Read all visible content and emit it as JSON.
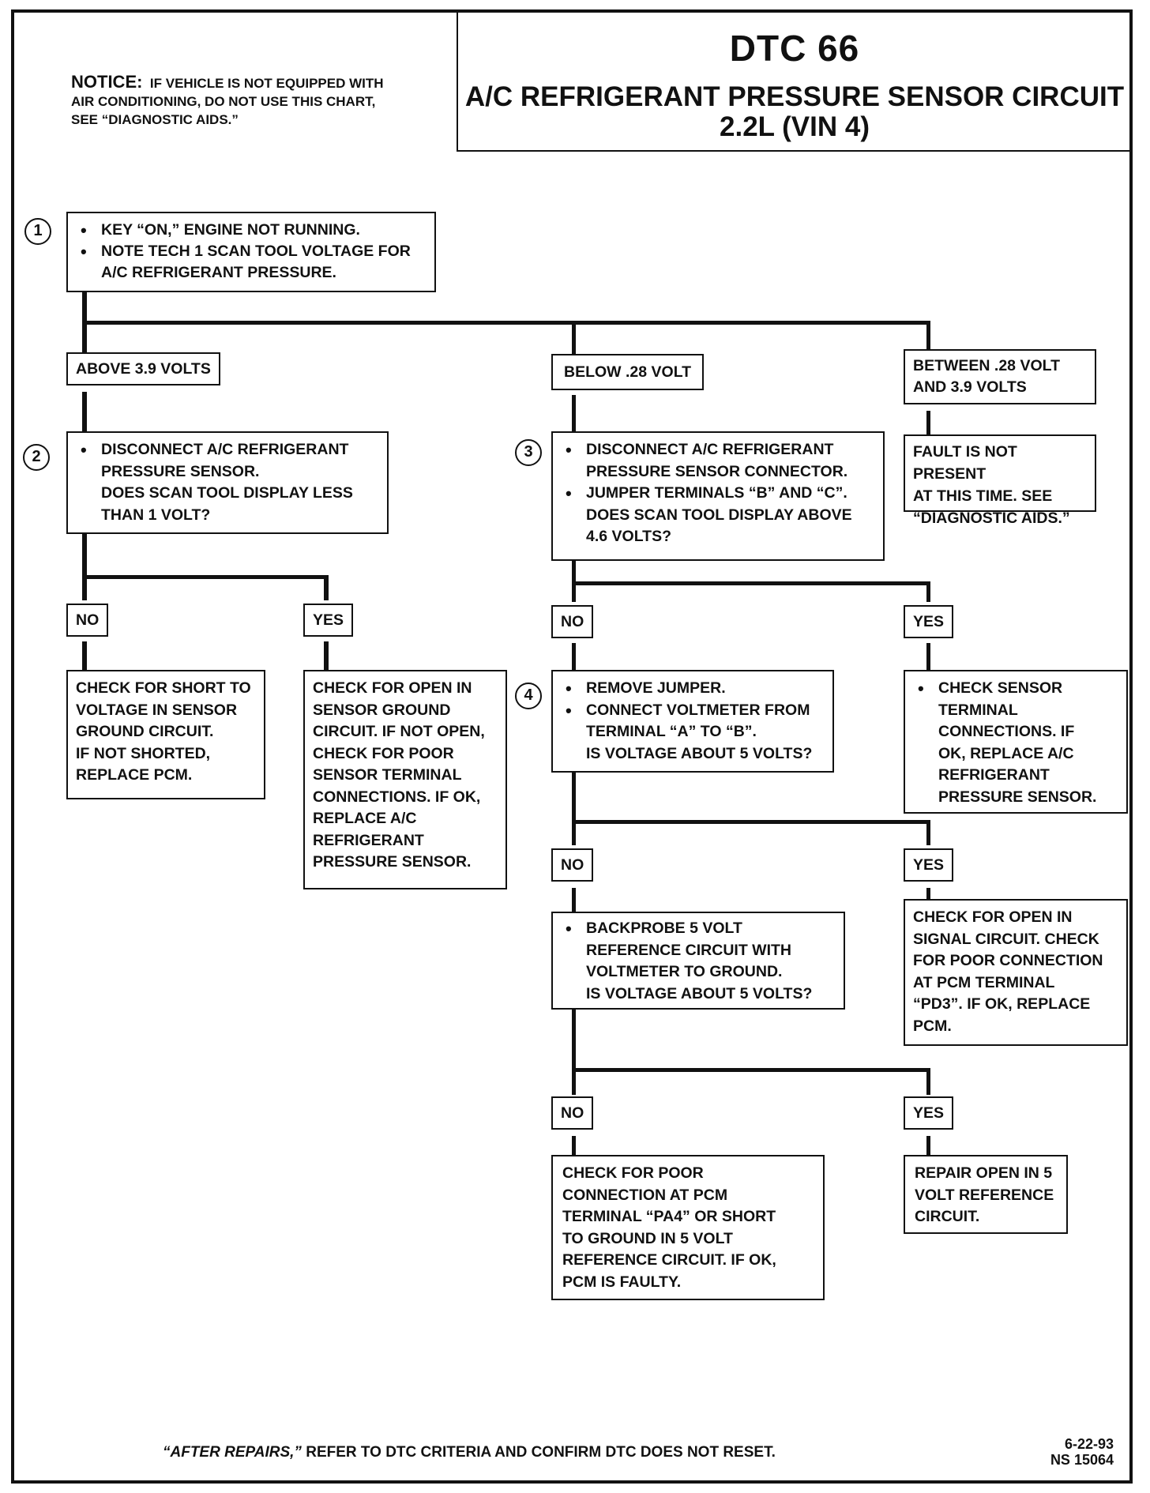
{
  "header": {
    "title": "DTC 66",
    "subtitle_line1": "A/C REFRIGERANT PRESSURE SENSOR CIRCUIT",
    "subtitle_line2": "2.2L  (VIN 4)"
  },
  "notice": {
    "lead": "NOTICE:",
    "line1": "IF VEHICLE IS NOT EQUIPPED WITH",
    "line2": "AIR CONDITIONING, DO NOT USE THIS CHART,",
    "line3": "SEE “DIAGNOSTIC AIDS.”"
  },
  "steps": [
    "1",
    "2",
    "3",
    "4"
  ],
  "step1": {
    "bullet1": "KEY “ON,” ENGINE NOT RUNNING.",
    "bullet2_line1": "NOTE TECH 1 SCAN TOOL VOLTAGE FOR",
    "bullet2_line2": "A/C REFRIGERANT PRESSURE."
  },
  "branches": {
    "above": "ABOVE 3.9 VOLTS",
    "below": "BELOW .28 VOLT",
    "between_line1": "BETWEEN .28 VOLT",
    "between_line2": "AND 3.9 VOLTS"
  },
  "fault_not_present": [
    "FAULT IS NOT PRESENT",
    "AT THIS TIME.  SEE",
    "“DIAGNOSTIC AIDS.”"
  ],
  "step2": {
    "line1": "DISCONNECT A/C REFRIGERANT",
    "line2": "PRESSURE SENSOR.",
    "line3": "DOES SCAN TOOL DISPLAY LESS",
    "line4": "THAN 1 VOLT?"
  },
  "step3": {
    "bullet1_line1": "DISCONNECT A/C REFRIGERANT",
    "bullet1_line2": "PRESSURE SENSOR CONNECTOR.",
    "bullet2_line1": "JUMPER TERMINALS “B” AND “C”.",
    "bullet2_line2": "DOES SCAN TOOL  DISPLAY ABOVE",
    "bullet2_line3": "4.6 VOLTS?"
  },
  "labels": {
    "no": "NO",
    "yes": "YES"
  },
  "short_to_voltage": [
    "CHECK FOR SHORT TO",
    "VOLTAGE IN SENSOR",
    "GROUND CIRCUIT.",
    "IF NOT SHORTED,",
    "REPLACE PCM."
  ],
  "open_ground": [
    "CHECK FOR OPEN IN",
    "SENSOR GROUND",
    "CIRCUIT.  IF NOT OPEN,",
    "CHECK FOR POOR",
    "SENSOR TERMINAL",
    "CONNECTIONS.  IF OK,",
    "REPLACE A/C",
    "REFRIGERANT",
    "PRESSURE SENSOR."
  ],
  "step4": {
    "bullet1": "REMOVE JUMPER.",
    "bullet2_line1": "CONNECT VOLTMETER FROM",
    "bullet2_line2": "TERMINAL “A” TO “B”.",
    "bullet2_line3": "IS VOLTAGE ABOUT 5 VOLTS?"
  },
  "check_terminal": [
    "CHECK SENSOR",
    "TERMINAL",
    "CONNECTIONS.  IF",
    "OK, REPLACE A/C",
    "REFRIGERANT",
    "PRESSURE SENSOR."
  ],
  "backprobe": {
    "line1": "BACKPROBE 5 VOLT",
    "line2": "REFERENCE CIRCUIT WITH",
    "line3": "VOLTMETER TO GROUND.",
    "line4": "IS VOLTAGE ABOUT 5  VOLTS?"
  },
  "open_signal": [
    "CHECK FOR OPEN IN",
    "SIGNAL CIRCUIT.  CHECK",
    "FOR POOR CONNECTION",
    "AT PCM TERMINAL",
    "“PD3”. IF OK, REPLACE",
    "PCM."
  ],
  "poor_connection": [
    "CHECK FOR POOR",
    "CONNECTION AT PCM",
    "TERMINAL “PA4” OR SHORT",
    "TO GROUND IN 5 VOLT",
    "REFERENCE CIRCUIT.  IF OK,",
    "PCM IS FAULTY."
  ],
  "repair_open": [
    "REPAIR OPEN IN 5",
    "VOLT REFERENCE",
    "CIRCUIT."
  ],
  "footer": {
    "after_repairs": "“AFTER REPAIRS,”",
    "rest": " REFER TO DTC CRITERIA AND CONFIRM DTC DOES NOT RESET.",
    "date": "6-22-93",
    "code": "NS 15064"
  }
}
